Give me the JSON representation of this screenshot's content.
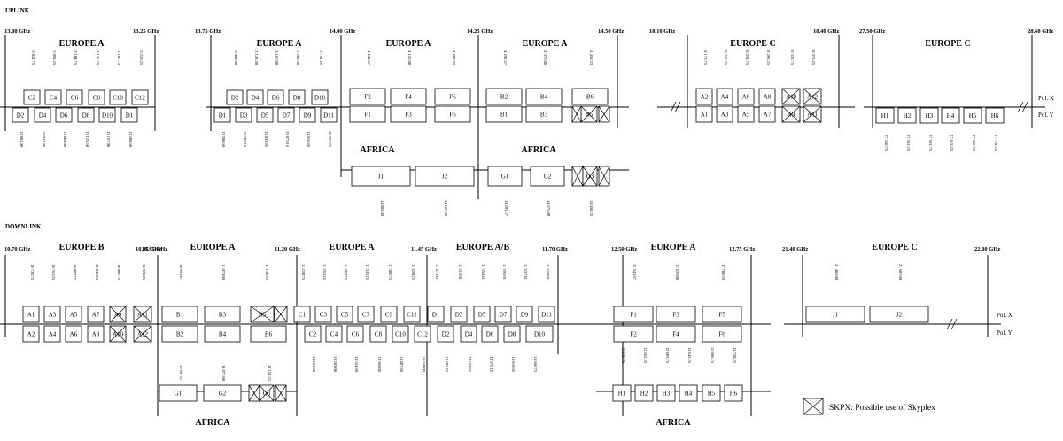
{
  "sections": {
    "uplink": "UPLINK",
    "downlink": "DOWNLINK"
  },
  "legend": {
    "text": "SKPX:  Possible use of Skyplex"
  },
  "pol": {
    "x": "Pol. X",
    "y": "Pol. Y"
  },
  "bands": [
    "13.00 GHz",
    "13.25 GHz",
    "13.75 GHz",
    "14.00 GHz",
    "14.25 GHz",
    "14.50 GHz",
    "18.10 GHz",
    "18.40 GHz",
    "27.50 GHz",
    "28.60 GHz",
    "10.70 GHz",
    "10.95 GHz",
    "11.20 GHz",
    "11.45 GHz",
    "11.70 GHz",
    "12.50 GHz",
    "12.75 GHz",
    "21.40 GHz",
    "22.00 GHz"
  ],
  "regions": [
    "EUROPE A",
    "EUROPE A",
    "EUROPE A",
    "EUROPE A",
    "EUROPE C",
    "EUROPE C",
    "AFRICA",
    "AFRICA",
    "EUROPE B",
    "EUROPE A",
    "EUROPE A",
    "EUROPE A/B",
    "EUROPE A",
    "EUROPE C",
    "AFRICA",
    "AFRICA"
  ],
  "channels": [
    "C2",
    "C4",
    "C6",
    "C8",
    "C10",
    "C12",
    "C1",
    "C3",
    "C5",
    "C7",
    "C9",
    "C11",
    "D2",
    "D4",
    "D6",
    "D8",
    "D10",
    "D1",
    "D3",
    "D5",
    "D7",
    "D9",
    "D11",
    "F2",
    "F4",
    "F6",
    "F1",
    "F3",
    "F5",
    "B2",
    "B4",
    "B6",
    "B1",
    "B3",
    "B5",
    "J1",
    "J2",
    "G1",
    "G2",
    "G3",
    "A2",
    "A4",
    "A6",
    "A8",
    "A10",
    "A12",
    "A1",
    "A3",
    "A5",
    "A7",
    "A9",
    "A11",
    "H1",
    "H2",
    "H3",
    "H4",
    "H5",
    "H6",
    "A1",
    "A3",
    "A5",
    "A7",
    "A9",
    "A11",
    "A2",
    "A4",
    "A6",
    "A8",
    "A10",
    "A12",
    "B1",
    "B3",
    "B5",
    "B2",
    "B4",
    "B6",
    "G1",
    "G2",
    "G3",
    "C1",
    "C3",
    "C5",
    "C7",
    "C9",
    "C11",
    "C2",
    "C4",
    "C6",
    "C8",
    "C10",
    "C12",
    "D1",
    "D3",
    "D5",
    "D7",
    "D9",
    "D11",
    "D2",
    "D4",
    "D6",
    "D8",
    "D10",
    "F1",
    "F3",
    "F5",
    "F2",
    "F4",
    "F6",
    "H1",
    "H2",
    "H3",
    "H4",
    "H5",
    "H6",
    "J1",
    "J2"
  ],
  "freqs": [
    "13 021.75",
    "13 063.25",
    "13 104.75",
    "13 146.25",
    "13 187.75",
    "13 229.25",
    "13 001.00",
    "13 042.50",
    "13 084.00",
    "13 125.50",
    "13 167.00",
    "13 208.50",
    "13 792.16",
    "13 833.66",
    "13 875.16",
    "13 916.66",
    "13 967.75",
    "13 771.41",
    "13 812.91",
    "13 854.41",
    "13 895.91",
    "13 937.41",
    "13 978.91",
    "14 041.67",
    "14 125.00",
    "14 208.33",
    "14 291.67",
    "14 375.00",
    "14 458.33",
    "14 082.00",
    "14 187.00",
    "14 291.67",
    "14 375.00",
    "14 458.33",
    "18 170.75",
    "18 212.25",
    "18 253.75",
    "18 295.25",
    "18 336.75",
    "18 378.25",
    "27 520.75",
    "27 562.25",
    "27 603.75",
    "27 645.25",
    "27 686.75",
    "27 728.25",
    "10 720.75",
    "10 762.25",
    "10 803.75",
    "10 845.25",
    "10 886.75",
    "10 928.25",
    "10 991.67",
    "11 075.00",
    "11 158.33",
    "10 991.67",
    "11 075.00",
    "11 158.33",
    "11 220.75",
    "11 262.25",
    "11 303.75",
    "11 345.25",
    "11 386.75",
    "11 428.25",
    "11 241.50",
    "11 283.00",
    "11 324.50",
    "11 366.00",
    "11 407.50",
    "11 449.00",
    "11 471.41",
    "11 512.91",
    "11 554.41",
    "11 595.91",
    "11 637.41",
    "11 678.91",
    "11 492.16",
    "11 533.66",
    "11 575.16",
    "11 616.66",
    "11 666.75",
    "12 541.67",
    "12 625.00",
    "12 708.33",
    "12 520.75",
    "12 562.25",
    "12 603.75",
    "12 645.25",
    "12 686.75",
    "12 728.25",
    "21 482.00",
    "21 607.00"
  ]
}
